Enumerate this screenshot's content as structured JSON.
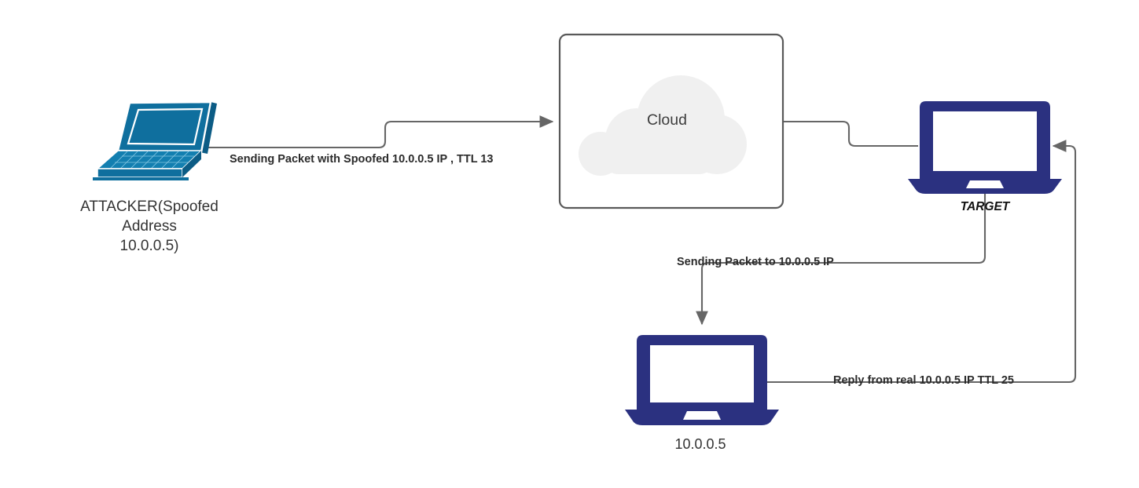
{
  "diagram": {
    "title": "IP Spoofing / TTL reflection network diagram",
    "colors": {
      "attacker_laptop": "#0f6f9e",
      "flat_laptop_navy": "#2b3180",
      "connector_gray": "#666666",
      "cloud_fill": "#f0f0f0",
      "box_border": "#595959",
      "label_text": "#333333",
      "edge_label_text": "#2b2b2b",
      "screen_white": "#ffffff"
    },
    "nodes": [
      {
        "id": "attacker",
        "icon": "laptop-3d-icon",
        "label": "ATTACKER(Spoofed\nAddress\n10.0.0.5)"
      },
      {
        "id": "cloud",
        "icon": "cloud-icon",
        "label": "Cloud",
        "container": "rounded-rectangle"
      },
      {
        "id": "target",
        "icon": "laptop-flat-icon",
        "label": "TARGET"
      },
      {
        "id": "victim",
        "icon": "laptop-flat-icon",
        "label": "10.0.0.5"
      }
    ],
    "edges": [
      {
        "id": "attacker-to-cloud",
        "from": "attacker",
        "to": "cloud",
        "label": "Sending Packet with Spoofed 10.0.0.5 IP , TTL 13",
        "arrow": true
      },
      {
        "id": "cloud-to-target",
        "from": "cloud",
        "to": "target",
        "label": "",
        "arrow": false
      },
      {
        "id": "target-to-victim",
        "from": "target",
        "to": "victim",
        "label": "Sending Packet to 10.0.0.5 IP",
        "arrow": true
      },
      {
        "id": "victim-to-target",
        "from": "victim",
        "to": "target",
        "label": "Reply from real 10.0.0.5 IP TTL 25",
        "arrow": true
      }
    ]
  }
}
